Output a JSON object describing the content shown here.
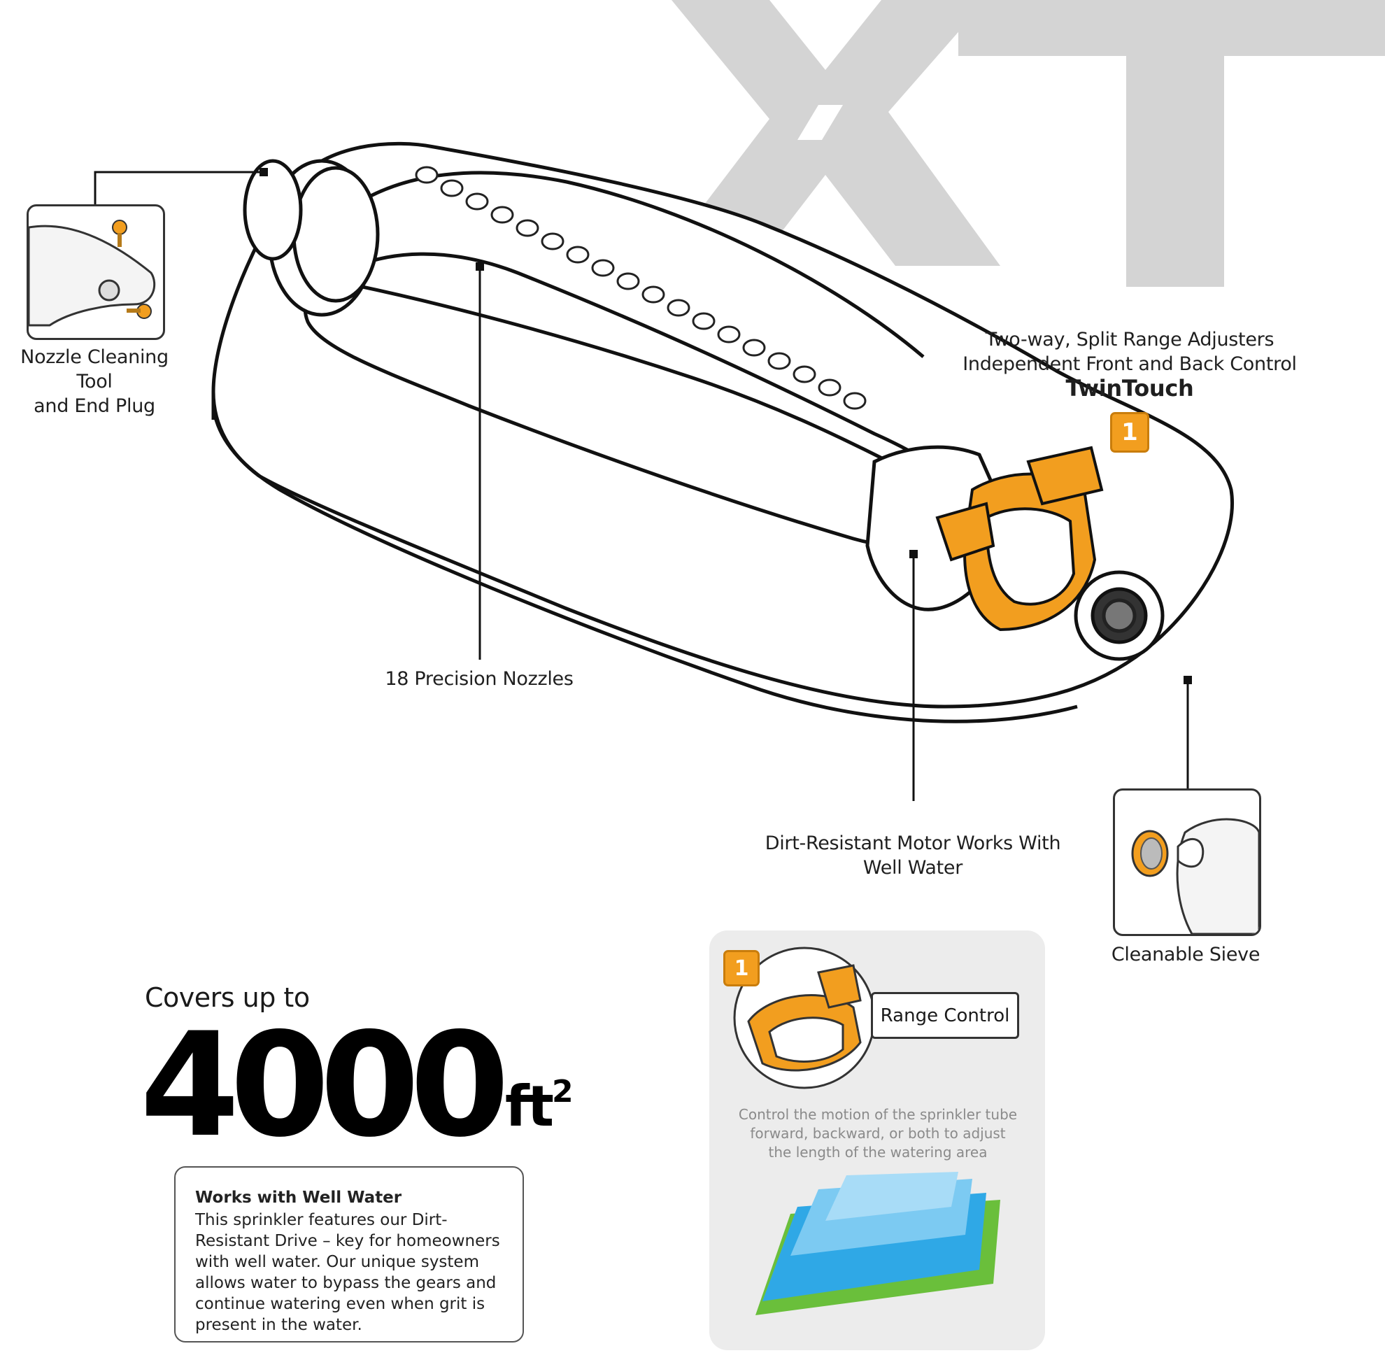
{
  "watermark": {
    "text": "XT",
    "color": "#d4d4d4"
  },
  "callouts": {
    "nozzle_tool": {
      "line1": "Nozzle Cleaning Tool",
      "line2": "and End Plug"
    },
    "precision_nozzles": {
      "label": "18 Precision Nozzles"
    },
    "adjusters": {
      "line1": "Two-way, Split Range Adjusters",
      "line2": "Independent Front and Back Control",
      "brand": "TwinTouch",
      "badge": "1"
    },
    "motor": {
      "line1": "Dirt-Resistant Motor Works With",
      "line2": "Well Water"
    },
    "sieve": {
      "label": "Cleanable Sieve"
    }
  },
  "coverage": {
    "prefix": "Covers up to",
    "value": "4000",
    "unit": "ft",
    "exponent": "2"
  },
  "well_water": {
    "title": "Works with Well Water",
    "body": "This sprinkler features our Dirt-Resistant Drive – key for homeowners with well water. Our unique system allows water to bypass the gears and continue watering even when grit is present in the water."
  },
  "range_control": {
    "badge": "1",
    "label": "Range Control",
    "description": "Control the motion of the sprinkler tube forward, backward, or both to adjust the length of the watering area"
  },
  "colors": {
    "accent": "#f29e1f",
    "water_blue": "#2fa8e6",
    "grass_green": "#6abf3b"
  },
  "nozzle_count": 18
}
